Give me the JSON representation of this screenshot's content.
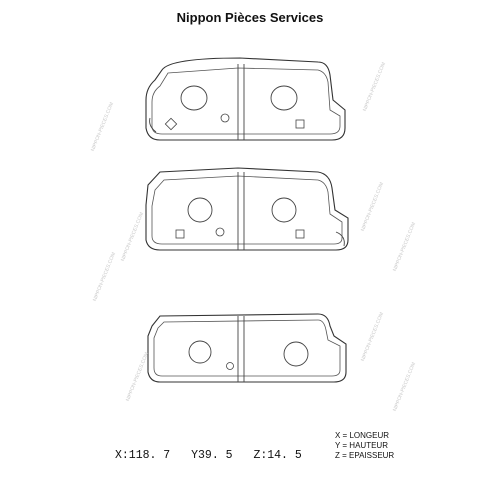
{
  "header": {
    "title": "Nippon Pièces Services"
  },
  "dimensions": [
    {
      "label": "X:118. 7"
    },
    {
      "label": "Y39. 5"
    },
    {
      "label": "Z:14. 5"
    }
  ],
  "legend": [
    "X = LONGEUR",
    "Y = HAUTEUR",
    "Z = EPAISSEUR"
  ],
  "watermark": "NIPPON-PIECES.COM",
  "colors": {
    "line": "#333333",
    "background": "#ffffff"
  }
}
